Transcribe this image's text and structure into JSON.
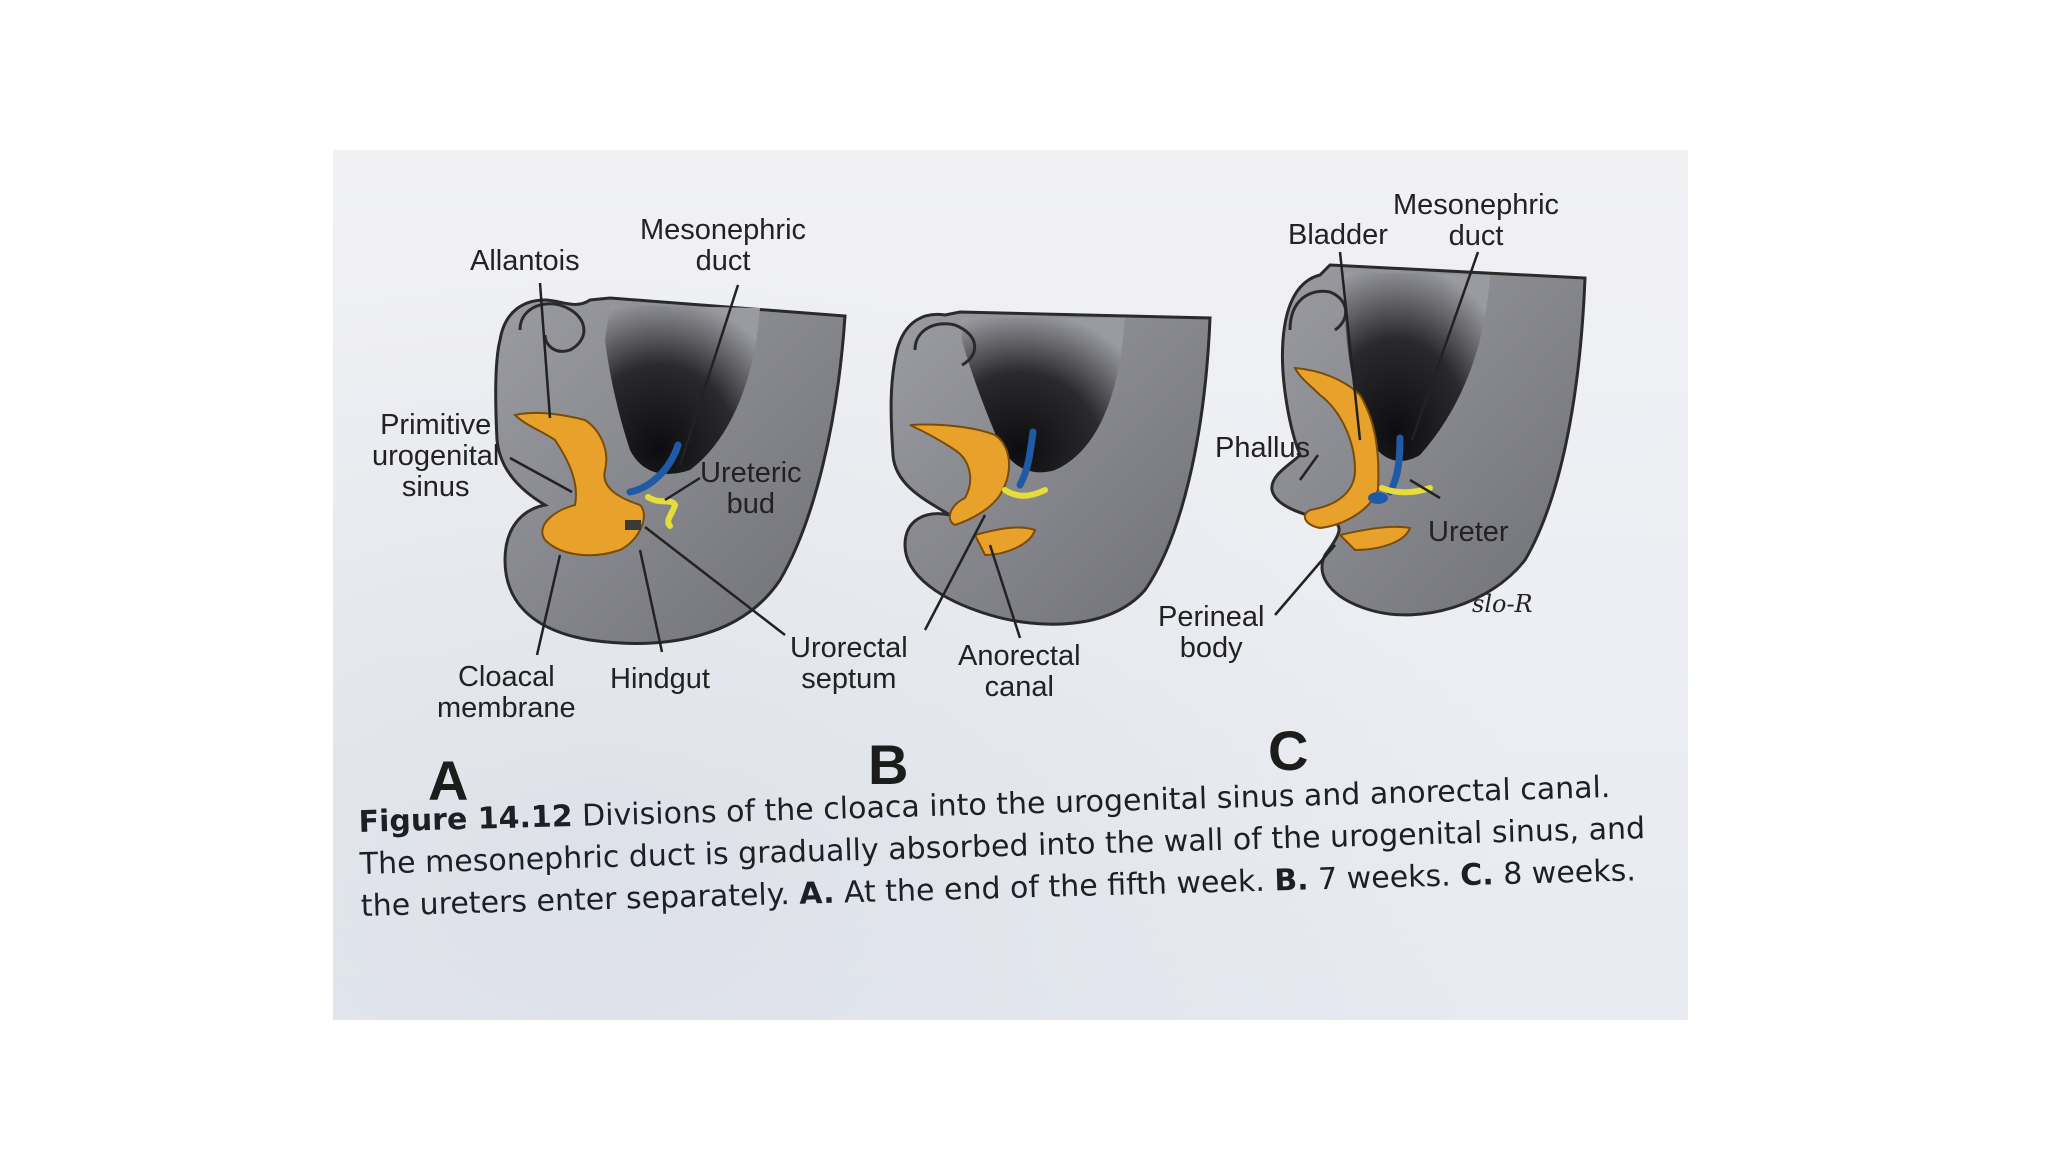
{
  "panels": {
    "a": {
      "letter": "A",
      "labels": {
        "allantois": "Allantois",
        "mesonephric_duct": [
          "Mesonephric",
          "duct"
        ],
        "primitive_urogenital_sinus": [
          "Primitive",
          "urogenital",
          "sinus"
        ],
        "ureteric_bud": [
          "Ureteric",
          "bud"
        ],
        "cloacal_membrane": [
          "Cloacal",
          "membrane"
        ],
        "hindgut": "Hindgut"
      }
    },
    "b": {
      "letter": "B",
      "labels": {
        "urorectal_septum": [
          "Urorectal",
          "septum"
        ],
        "anorectal_canal": [
          "Anorectal",
          "canal"
        ]
      }
    },
    "c": {
      "letter": "C",
      "labels": {
        "bladder": "Bladder",
        "mesonephric_duct": [
          "Mesonephric",
          "duct"
        ],
        "phallus": "Phallus",
        "ureter": "Ureter",
        "perineal_body": [
          "Perineal",
          "body"
        ]
      },
      "signature": "slo-R"
    }
  },
  "colors": {
    "tissue_gray": "#8a8b90",
    "dark_cavity": "#1a1a1c",
    "urogenital_orange": "#e8a12a",
    "duct_blue": "#1f5aa6",
    "ureter_yellow": "#e6dc3a"
  },
  "caption": {
    "figure_number": "Figure 14.12",
    "sentence_1": "Divisions of the cloaca into the urogenital sinus and anorectal canal. The mesonephric duct is gradually absorbed into the wall of the urogenital sinus, and the ureters enter separately.",
    "a_label": "A.",
    "a_text": "At the end of the fifth week.",
    "b_label": "B.",
    "b_text": "7 weeks.",
    "c_label": "C.",
    "c_text": "8 weeks."
  }
}
